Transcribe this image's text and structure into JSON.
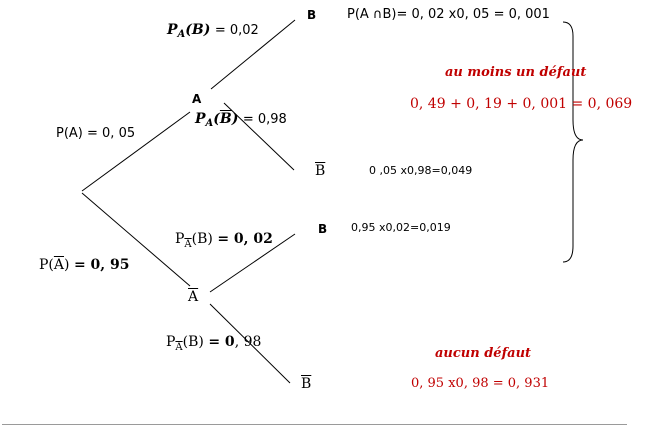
{
  "nodes": {
    "a": "A",
    "a_bar": "A",
    "b_top": "B",
    "b_bar_top": "B",
    "b_mid": "B",
    "b_bar_bottom": "B"
  },
  "branches": {
    "p_a_b": {
      "label": "P",
      "sub": "A",
      "arg": "(B)",
      "value": "= 0,02"
    },
    "p_a_bbar": {
      "label": "P",
      "sub": "A",
      "arg_open": "(",
      "arg": "B",
      "arg_close": ")",
      "value": "= 0,98"
    },
    "p_a": "P(A) = 0, 05",
    "p_abar": {
      "open": "P(",
      "arg": "A",
      "close": ")",
      "value": "= 0, 95"
    },
    "p_abar_b": {
      "label": "P",
      "sub": "A",
      "arg": "(B)",
      "value": "= 0, 02"
    },
    "p_abar_bbar": {
      "label": "P",
      "sub": "A",
      "arg": "(B)",
      "value_bold": "= 0",
      "value": ", 98"
    }
  },
  "results": {
    "a_and_b": "P(A ∩B)= 0, 02 x0, 05 = 0, 001",
    "a_and_bbar": "0 ,05 x0,98=0,049",
    "abar_and_b": "0,95 x0,02=0,019"
  },
  "annotations": {
    "au_moins_title": "au moins un défaut",
    "au_moins_calc": "0, 49 + 0, 19 + 0, 001 = 0, 069",
    "aucun_title": "aucun défaut",
    "aucun_calc": "0, 95 x0, 98 = 0, 931"
  },
  "colors": {
    "text": "#000000",
    "accent": "#c00000",
    "rule": "#9a9a9a"
  }
}
